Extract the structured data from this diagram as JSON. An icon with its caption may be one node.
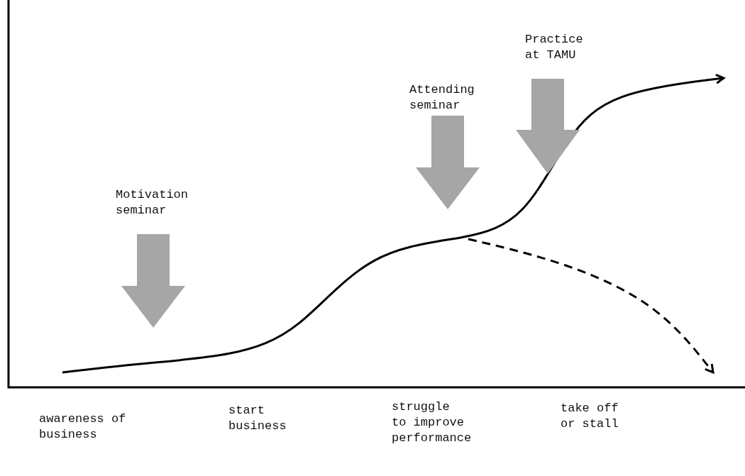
{
  "diagram": {
    "labels": [
      "Practice at TAMU",
      "Attending seminar",
      "Motivation seminar",
      "awareness of business",
      "start business",
      "struggle to improve performance",
      "take off or stall"
    ]
  }
}
